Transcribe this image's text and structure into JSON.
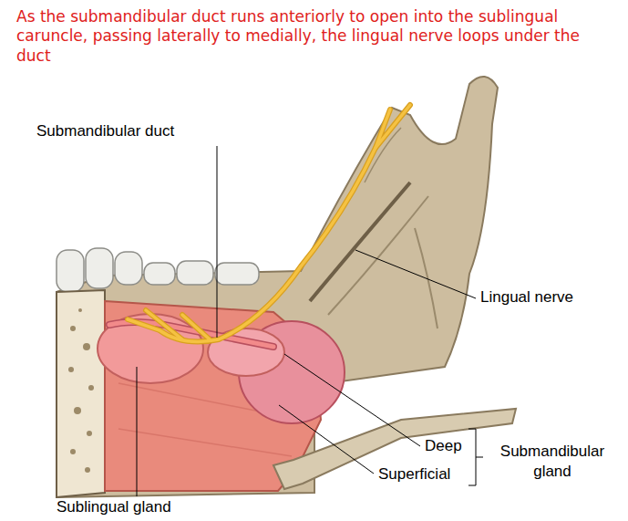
{
  "diagram": {
    "title": "As the submandibular duct runs anteriorly to open into the sublingual caruncle, passing laterally to medially, the lingual nerve loops under the duct",
    "labels": [
      "Submandibular duct",
      "Lingual nerve",
      "Deep",
      "Superficial",
      "Submandibular gland",
      "Sublingual gland"
    ]
  }
}
